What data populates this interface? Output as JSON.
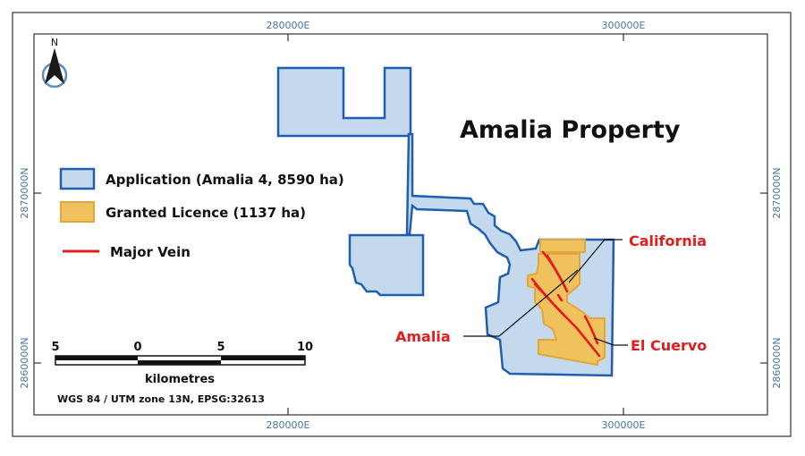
{
  "map": {
    "title": "Amalia Property",
    "grid": {
      "top_labels": [
        "280000E",
        "300000E"
      ],
      "bottom_labels": [
        "280000E",
        "300000E"
      ],
      "left_labels": [
        "2870000N",
        "2860000N"
      ],
      "right_labels": [
        "2870000N",
        "2860000N"
      ]
    },
    "north_arrow": {
      "label": "N",
      "icon": "north-arrow-icon"
    },
    "legend": {
      "items": [
        {
          "label": "Application (Amalia 4, 8590 ha)",
          "swatch": "polygon",
          "fill": "#c5d9ee",
          "stroke": "#1f5fae"
        },
        {
          "label": "Granted Licence (1137 ha)",
          "swatch": "polygon",
          "fill": "#efc25e",
          "stroke": "#e0a83a"
        },
        {
          "label": "Major Vein",
          "swatch": "line",
          "stroke": "#e31c1c"
        }
      ]
    },
    "scale_bar": {
      "ticks": [
        "5",
        "0",
        "5",
        "10"
      ],
      "unit": "kilometres"
    },
    "crs": "WGS 84 / UTM zone 13N, EPSG:32613",
    "callouts": [
      {
        "label": "California"
      },
      {
        "label": "Amalia"
      },
      {
        "label": "El Cuervo"
      }
    ],
    "colors": {
      "application_fill": "#c5d9ee",
      "application_stroke": "#1f5fae",
      "licence_fill": "#efc25e",
      "licence_stroke": "#e0a83a",
      "vein": "#e31c1c",
      "callout_text": "#e31c1c",
      "grid_label": "#4a76a8"
    }
  }
}
